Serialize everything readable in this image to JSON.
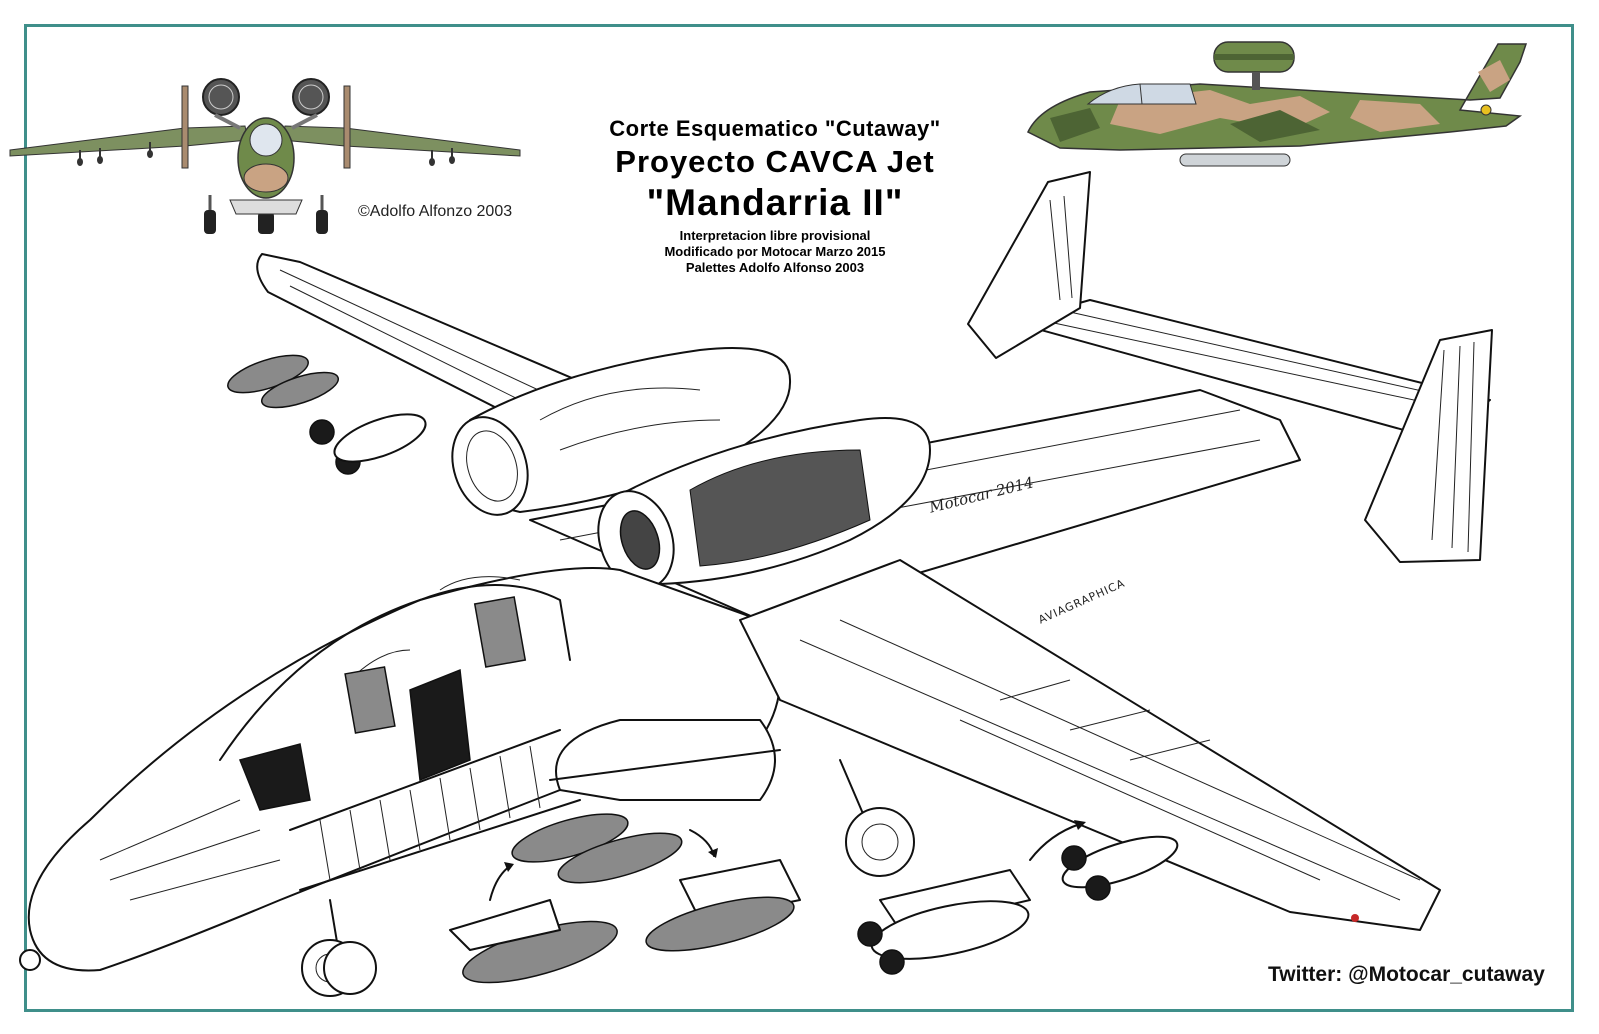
{
  "title": {
    "line1": "Corte Esquematico \"Cutaway\"",
    "line2": "Proyecto  CAVCA  Jet",
    "line3": "\"Mandarria II\"",
    "line4": "Interpretacion libre provisional",
    "line5": "Modificado por Motocar Marzo 2015",
    "line6": "Palettes Adolfo Alfonso 2003"
  },
  "copyright": "©Adolfo Alfonzo 2003",
  "twitter": "Twitter: @Motocar_cutaway",
  "drawing_signature": "Motocar  2014",
  "drawing_stamp": "AVIAGRAPHICA",
  "colors": {
    "frame": "#3f8f8a",
    "camo_green": "#6f8a4a",
    "camo_dark": "#4d6434",
    "camo_tan": "#c9a383",
    "ink": "#111111"
  },
  "images": {
    "front_view": "front-view-aircraft-illustration",
    "side_view": "camouflage-side-view-aircraft-illustration",
    "cutaway": "aircraft-cutaway-line-drawing"
  }
}
